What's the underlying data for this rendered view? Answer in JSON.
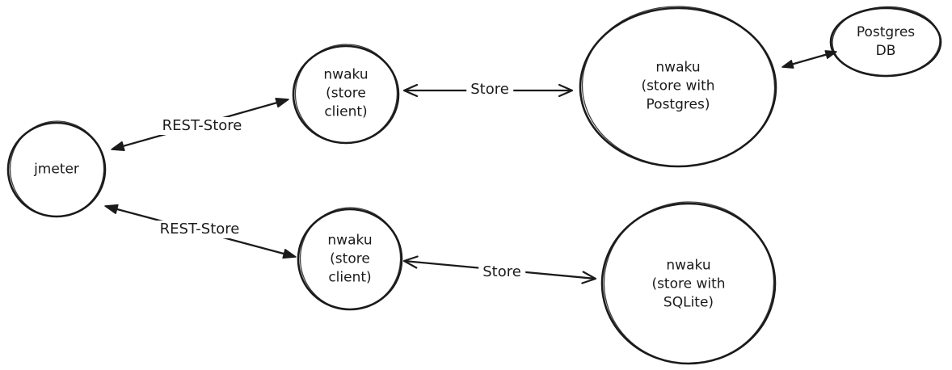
{
  "canvas": {
    "background_color": "#ffffff",
    "stroke_color": "#1b1b1b"
  },
  "nodes": [
    {
      "id": "jmeter",
      "shape": "ellipse",
      "lines": [
        "jmeter"
      ]
    },
    {
      "id": "nwaku-store-client-top",
      "shape": "ellipse",
      "lines": [
        "nwaku",
        "(store",
        "client)"
      ]
    },
    {
      "id": "nwaku-store-postgres",
      "shape": "ellipse",
      "lines": [
        "nwaku",
        "(store with",
        "Postgres)"
      ]
    },
    {
      "id": "postgres-db",
      "shape": "ellipse",
      "lines": [
        "Postgres",
        "DB"
      ]
    },
    {
      "id": "nwaku-store-client-bottom",
      "shape": "ellipse",
      "lines": [
        "nwaku",
        "(store",
        "client)"
      ]
    },
    {
      "id": "nwaku-store-sqlite",
      "shape": "ellipse",
      "lines": [
        "nwaku",
        "(store with",
        "SQLite)"
      ]
    }
  ],
  "edges": [
    {
      "id": "rest-store-top",
      "from": "jmeter",
      "to": "nwaku-store-client-top",
      "label": "REST-Store",
      "arrowheads": "filled-both-ends"
    },
    {
      "id": "store-top",
      "from": "nwaku-store-client-top",
      "to": "nwaku-store-postgres",
      "label": "Store",
      "arrowheads": "open-both-ends"
    },
    {
      "id": "postgres-link",
      "from": "nwaku-store-postgres",
      "to": "postgres-db",
      "label": "",
      "arrowheads": "filled-both-ends"
    },
    {
      "id": "rest-store-bottom",
      "from": "jmeter",
      "to": "nwaku-store-client-bottom",
      "label": "REST-Store",
      "arrowheads": "filled-both-ends"
    },
    {
      "id": "store-bottom",
      "from": "nwaku-store-client-bottom",
      "to": "nwaku-store-sqlite",
      "label": "Store",
      "arrowheads": "open-both-ends"
    }
  ]
}
